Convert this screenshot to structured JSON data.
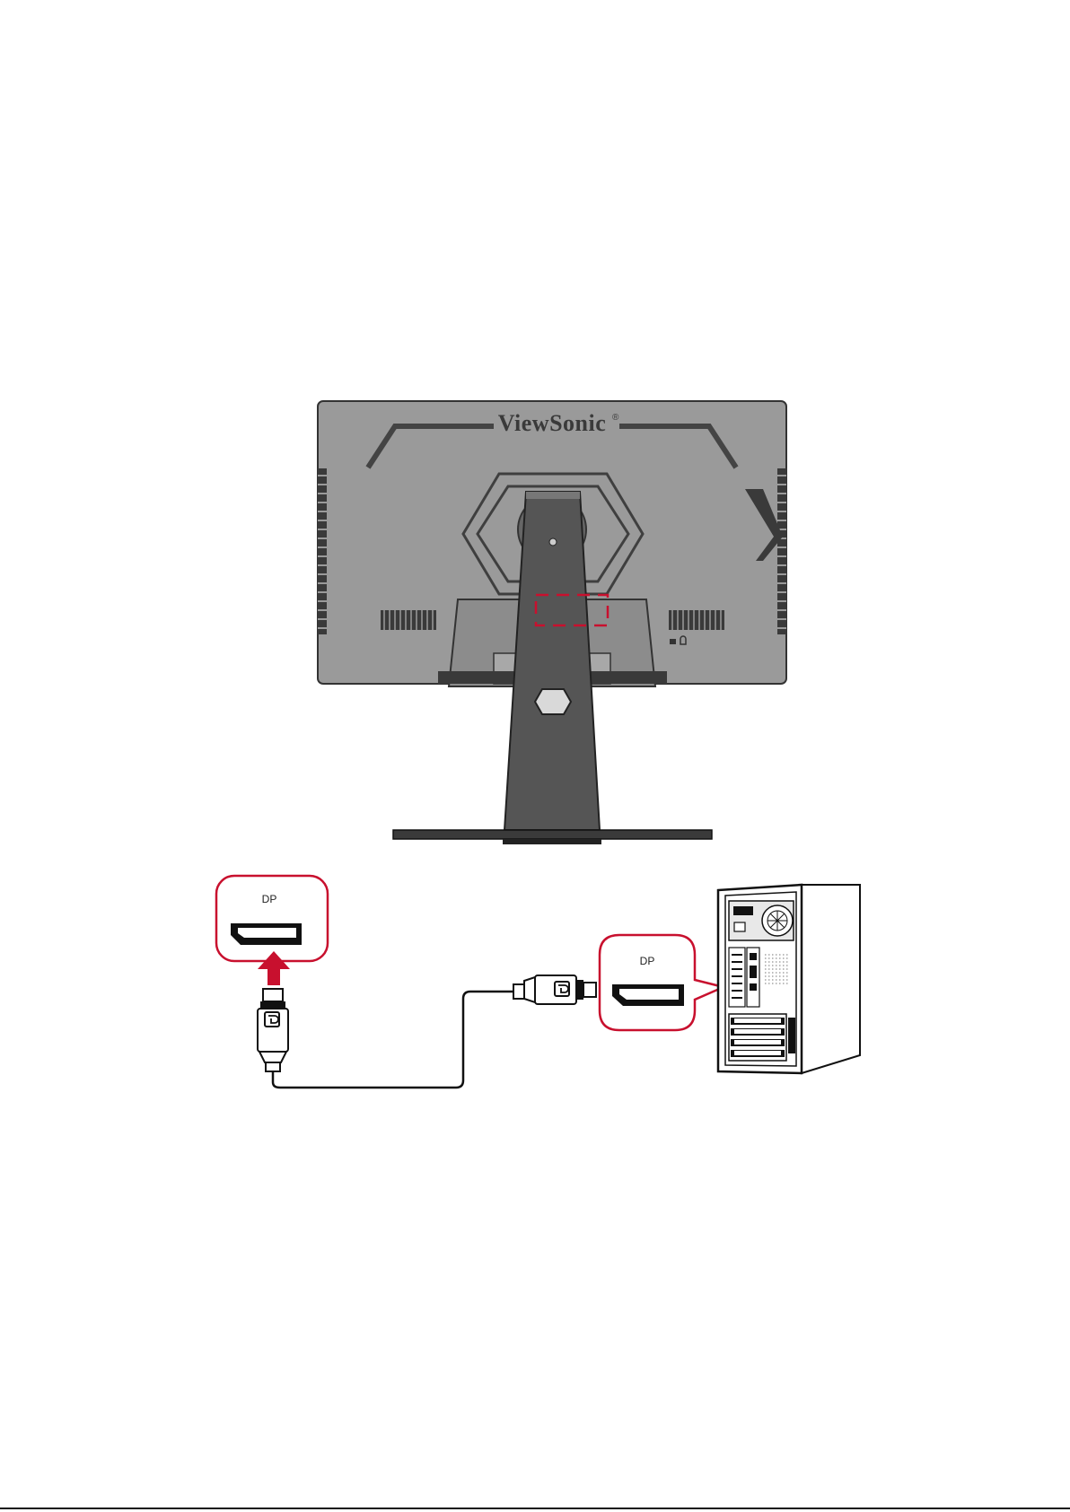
{
  "brand": {
    "logo_text": "ViewSonic",
    "registered_mark": "®"
  },
  "ports": {
    "monitor_port_label": "DP",
    "pc_port_label": "DP"
  },
  "colors": {
    "monitor_body": "#9a9a9a",
    "monitor_dark": "#5a5a5a",
    "stand": "#555555",
    "accent_red": "#c8102e",
    "cable": "#111111"
  },
  "icons": {
    "arrow": "arrow-up-icon",
    "dp_logo": "displayport-logo-icon",
    "lock": "kensington-lock-icon"
  }
}
